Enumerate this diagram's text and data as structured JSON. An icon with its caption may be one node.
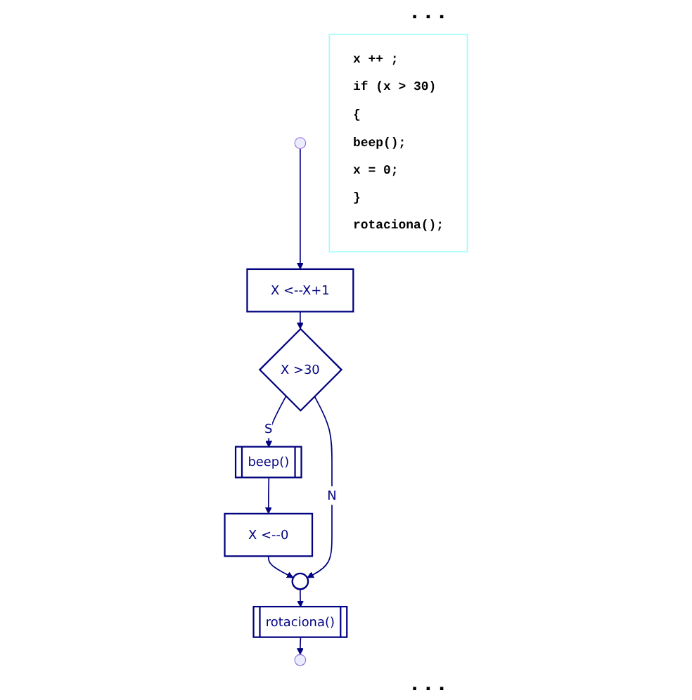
{
  "diagram": {
    "nodes": [
      {
        "text": [],
        "shape": "dots"
      },
      {
        "text": [
          "X <--X+1"
        ]
      },
      {
        "text": [
          "X >30"
        ]
      },
      {
        "text": [
          "beep()"
        ]
      },
      {
        "text": [
          "X <--0"
        ]
      },
      {
        "text": [],
        "shape": "circle"
      },
      {
        "text": [
          "rotaciona()"
        ]
      },
      {
        "text": [],
        "shape": "dots"
      },
      {
        "text": [
          "x ++ ;",
          "if (x > 30)",
          "{",
          "beep();",
          "x = 0;",
          "}",
          "rotaciona();"
        ]
      }
    ],
    "edges": [
      {
        "from": 0,
        "to": 1,
        "arrow": "to"
      },
      {
        "from": 1,
        "to": 2,
        "arrow": "to"
      },
      {
        "from": 2,
        "to": 3,
        "arrow": "to",
        "label": "S"
      },
      {
        "from": 3,
        "to": 4,
        "arrow": "to"
      },
      {
        "from": 4,
        "to": 5,
        "arrow": "to"
      },
      {
        "from": 2,
        "to": 5,
        "arrow": "to",
        "label": "N"
      },
      {
        "from": 5,
        "to": 6,
        "arrow": "to"
      },
      {
        "from": 6,
        "to": 7,
        "arrow": "to"
      }
    ],
    "labels": [
      "...",
      "..."
    ]
  }
}
